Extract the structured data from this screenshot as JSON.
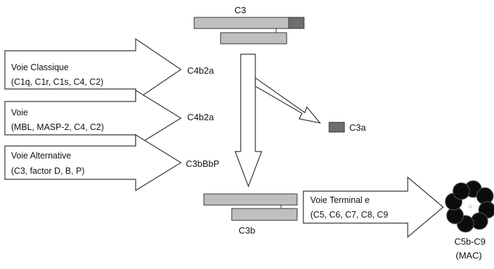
{
  "diagram": {
    "c3_label": "C3",
    "c3b_label": "C3b",
    "c3a_label": "C3a",
    "pathways": [
      {
        "title": "Voie Classique",
        "components": "(C1q, C1r, C1s, C4, C2)",
        "convertase": "C4b2a"
      },
      {
        "title": "Voie",
        "components": "(MBL, MASP-2, C4, C2)",
        "convertase": "C4b2a"
      },
      {
        "title": "Voie Alternative",
        "components": "(C3, factor D, B, P)",
        "convertase": "C3bBbP"
      }
    ],
    "terminal": {
      "title": "Voie Terminal e",
      "components": "(C5, C6, C7, C8, C9"
    },
    "mac": {
      "label": "C5b-C9",
      "sublabel": "(MAC)"
    },
    "colors": {
      "fragment_fill": "#bfbfbf",
      "c3a_fill": "#6e6e6e",
      "arrow_fill": "#ffffff",
      "mac_fill": "#0c0c0c",
      "stroke": "#333333"
    }
  }
}
